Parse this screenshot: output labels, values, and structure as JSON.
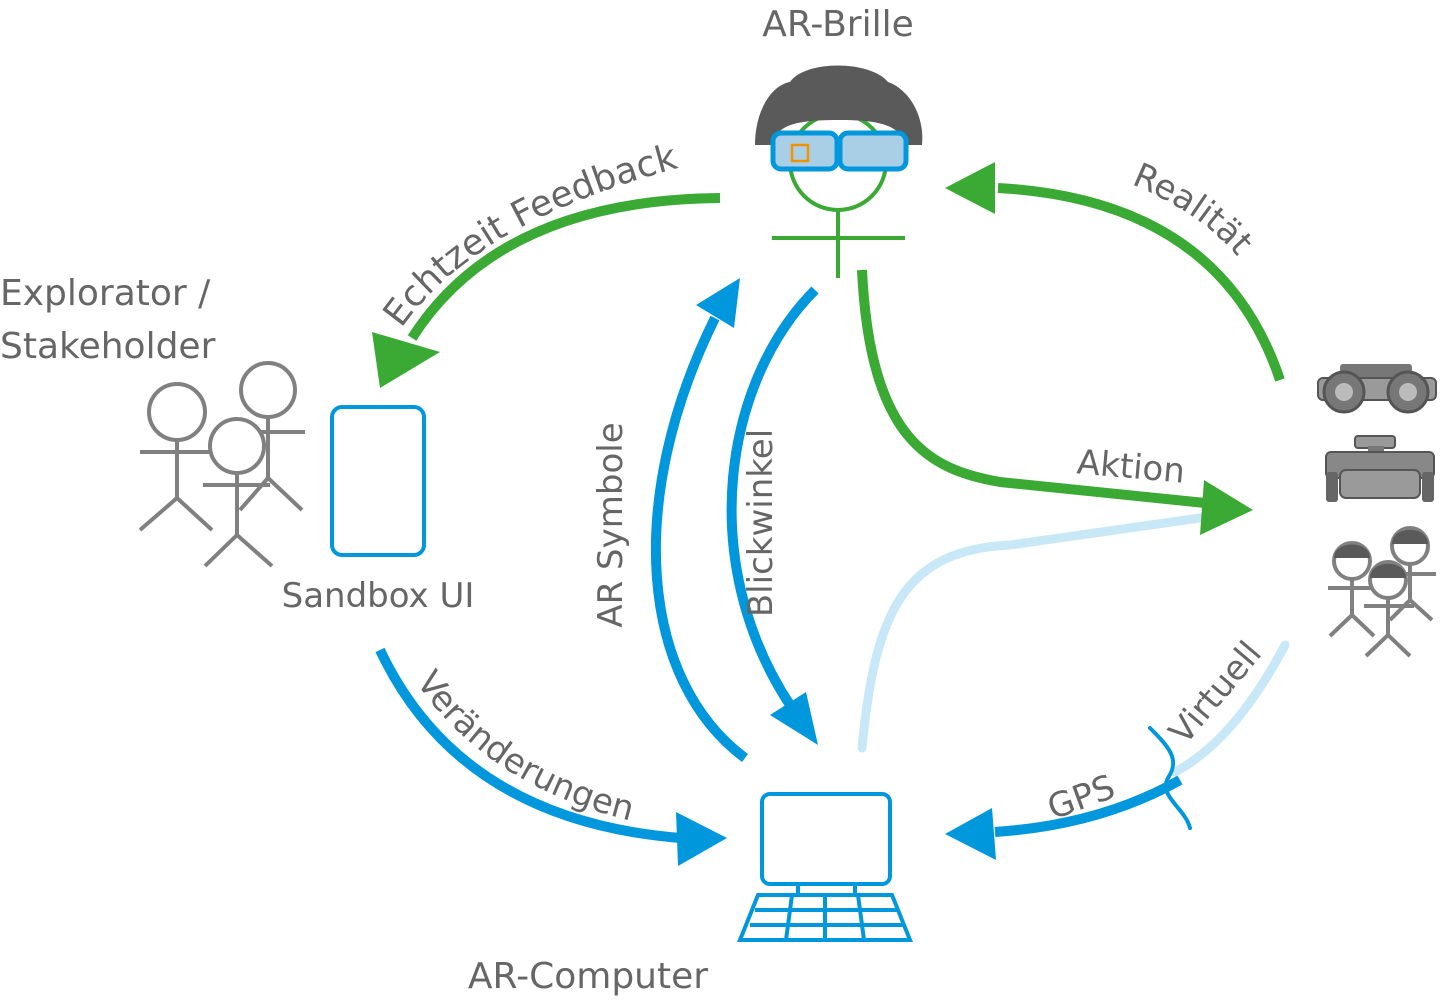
{
  "labels": {
    "ar_brille": "AR-Brille",
    "explorator": "Explorator /",
    "stakeholder": "Stakeholder",
    "sandbox_ui": "Sandbox UI",
    "ar_computer": "AR-Computer"
  },
  "arrows": {
    "echtzeit_feedback": "Echtzeit Feedback",
    "realitaet": "Realität",
    "aktion": "Aktion",
    "ar_symbole": "AR Symbole",
    "blickwinkel": "Blickwinkel",
    "veraenderungen": "Veränderungen",
    "gps": "GPS",
    "virtuell": "Virtuell"
  },
  "colors": {
    "green": "#3aaa35",
    "blue": "#0097dc",
    "light_blue": "#c8e8f8",
    "gray": "#808080",
    "dark_gray": "#5a5a5a",
    "text": "#666666"
  }
}
